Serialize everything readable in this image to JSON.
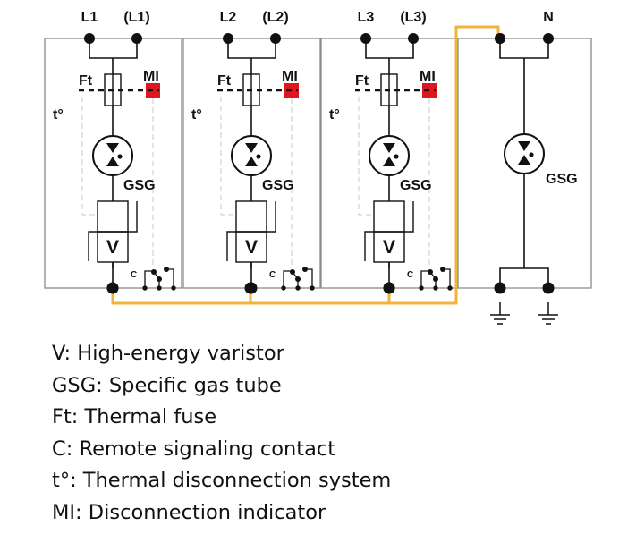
{
  "colors": {
    "wire": "#111111",
    "panel_border": "#8a8a8a",
    "dashed_link": "#c8c8c8",
    "indicator": "#e0161f",
    "bus": "#f2b33d"
  },
  "modules": [
    {
      "terminal_a": "L1",
      "terminal_b": "(L1)",
      "fuse_label": "Ft",
      "indicator_label": "MI",
      "thermal_label": "t°",
      "gas_tube_label": "GSG",
      "varistor_label": "V",
      "contact_label": "C"
    },
    {
      "terminal_a": "L2",
      "terminal_b": "(L2)",
      "fuse_label": "Ft",
      "indicator_label": "MI",
      "thermal_label": "t°",
      "gas_tube_label": "GSG",
      "varistor_label": "V",
      "contact_label": "C"
    },
    {
      "terminal_a": "L3",
      "terminal_b": "(L3)",
      "fuse_label": "Ft",
      "indicator_label": "MI",
      "thermal_label": "t°",
      "gas_tube_label": "GSG",
      "varistor_label": "V",
      "contact_label": "C"
    }
  ],
  "neutral_module": {
    "terminal": "N",
    "gas_tube_label": "GSG"
  },
  "legend": [
    "V: High-energy varistor",
    "GSG: Specific gas tube",
    "Ft: Thermal fuse",
    "C: Remote signaling contact",
    "t°: Thermal disconnection system",
    "MI: Disconnection indicator"
  ]
}
